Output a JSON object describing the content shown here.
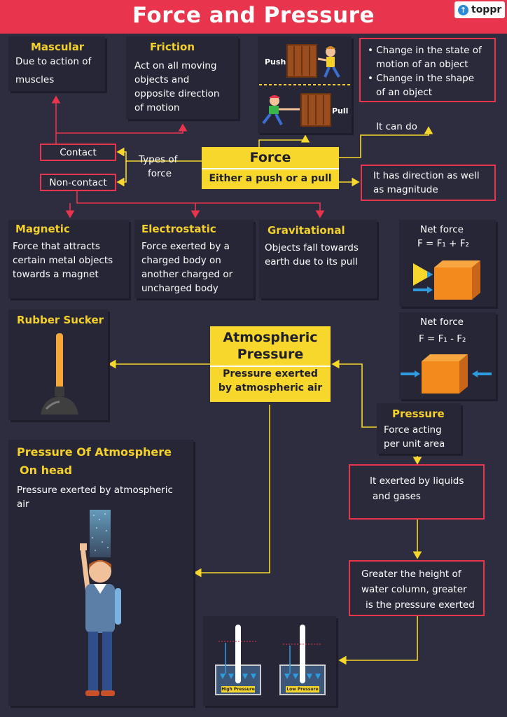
{
  "header": {
    "title": "Force and Pressure",
    "logo_text": "toppr"
  },
  "mascular": {
    "title": "Mascular",
    "line1": "Due to action of",
    "line2": "muscles"
  },
  "friction": {
    "title": "Friction",
    "line1": "Act on all moving",
    "line2": "objects and",
    "line3": "opposite direction",
    "line4": "of motion"
  },
  "push_pull": {
    "push_label": "Push",
    "pull_label": "Pull"
  },
  "change_box": {
    "line1": "• Change in the state of",
    "line2": "motion of an object",
    "line3": "• Change in the shape",
    "line4": "of an object"
  },
  "it_can_do": "It can do",
  "contact": "Contact",
  "non_contact": "Non-contact",
  "types_of_force": {
    "line1": "Types of",
    "line2": "force"
  },
  "force": {
    "title": "Force",
    "subtitle": "Either a push or a pull"
  },
  "direction_box": {
    "line1": "It has direction as well",
    "line2": "as magnitude"
  },
  "magnetic": {
    "title": "Magnetic",
    "line1": "Force that attracts",
    "line2": "certain metal objects",
    "line3": "towards a magnet"
  },
  "electrostatic": {
    "title": "Electrostatic",
    "line1": "Force exerted by a",
    "line2": "charged body on",
    "line3": "another charged or",
    "line4": "uncharged body"
  },
  "gravitational": {
    "title": "Gravitational",
    "line1": "Objects fall towards",
    "line2": "earth due to its pull"
  },
  "net_force_1": {
    "title": "Net force",
    "formula": "F = F₁ + F₂"
  },
  "net_force_2": {
    "title": "Net force",
    "formula": "F = F₁ - F₂"
  },
  "rubber_sucker": {
    "title": "Rubber Sucker"
  },
  "atmospheric": {
    "title1": "Atmospheric",
    "title2": "Pressure",
    "line1": "Pressure exerted",
    "line2": "by atmospheric air"
  },
  "pressure": {
    "title": "Pressure",
    "line1": "Force acting",
    "line2": "per unit area"
  },
  "liquids_box": {
    "line1": "It exerted by liquids",
    "line2": "and gases"
  },
  "height_box": {
    "line1": "Greater the height of",
    "line2": "water column, greater",
    "line3": "is the pressure exerted"
  },
  "head": {
    "title1": "Pressure Of Atmosphere",
    "title2": "On head",
    "line1": "Pressure exerted by atmospheric",
    "line2": "air"
  },
  "beakers": {
    "high": "High Pressure",
    "low": "Low Pressure"
  },
  "colors": {
    "red": "#e8344c",
    "yellow": "#f7d72c",
    "bg": "#2d2d3f",
    "orange": "#f28a1e",
    "blue": "#2f9ce0"
  }
}
